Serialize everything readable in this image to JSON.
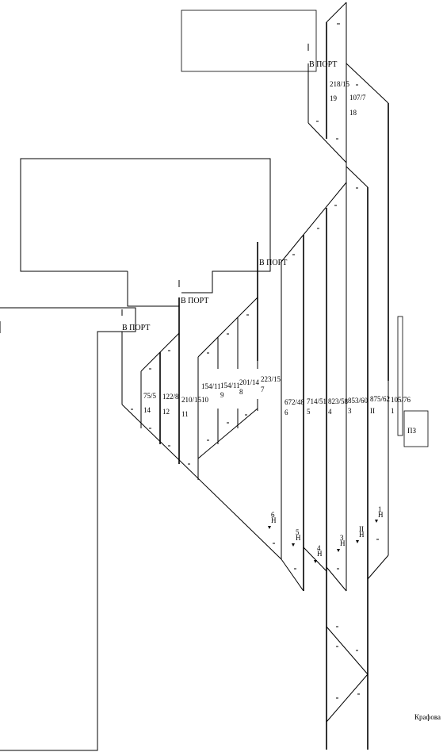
{
  "port_labels": [
    "В ПОРТ",
    "В ПОРТ",
    "В ПОРТ",
    "В ПОРТ"
  ],
  "switch_labels": [
    "218/15",
    "107/7",
    "75/5",
    "122/8",
    "210/15",
    "154/11",
    "154/11",
    "201/14",
    "223/15",
    "672/48",
    "714/51",
    "823/58",
    "853/60",
    "875/62",
    "105/76"
  ],
  "track_labels": [
    "19",
    "18",
    "14",
    "12",
    "11",
    "10",
    "9",
    "8",
    "7",
    "6",
    "5",
    "4",
    "3",
    "II",
    "1"
  ],
  "signal_labels": [
    "6",
    "Н",
    "5",
    "Н",
    "4",
    "Н",
    "3",
    "Н",
    "II",
    "Н",
    "1",
    "Н"
  ],
  "pz_label": "ПЗ",
  "corner_label": "Крафова"
}
